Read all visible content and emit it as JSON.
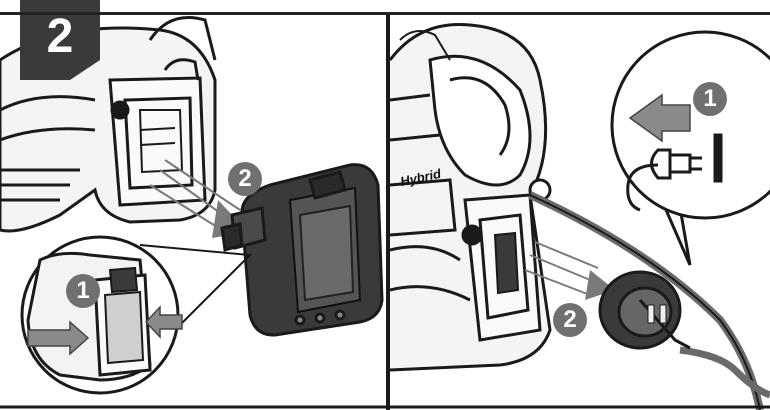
{
  "step": {
    "number": "2"
  },
  "left_panel": {
    "callouts": [
      "2",
      "1"
    ]
  },
  "right_panel": {
    "callouts": [
      "1",
      "2"
    ],
    "brand_label": "Hybrid"
  },
  "colors": {
    "badge": "#3a3a3a",
    "callout": "#707070",
    "line": "#1a1a1a",
    "arrow": "#7a7a7a"
  },
  "icons": [
    "battery-icon",
    "plug-icon",
    "arrow-left-icon",
    "tool-body-illustration"
  ]
}
